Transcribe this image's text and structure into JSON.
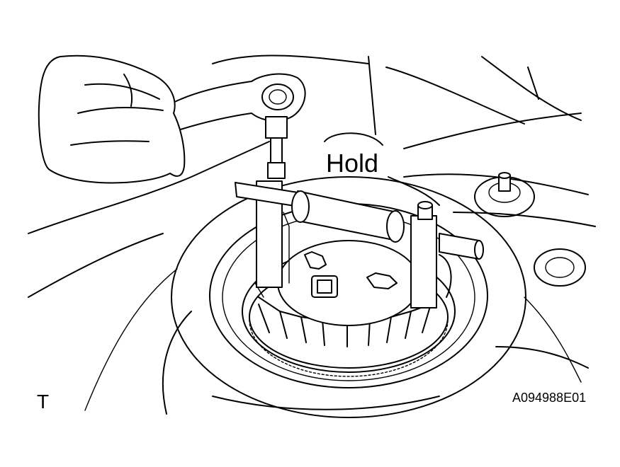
{
  "labels": {
    "callout": "Hold",
    "view_letter": "T",
    "figure_id": "A094988E01"
  },
  "colors": {
    "line": "#000000",
    "background": "#ffffff"
  },
  "components": [
    "hand-icon",
    "ratchet-wrench-icon",
    "puller-tool-icon",
    "gear-ring-icon",
    "fuel-pump-cover-icon",
    "strut-bolt-icon"
  ]
}
